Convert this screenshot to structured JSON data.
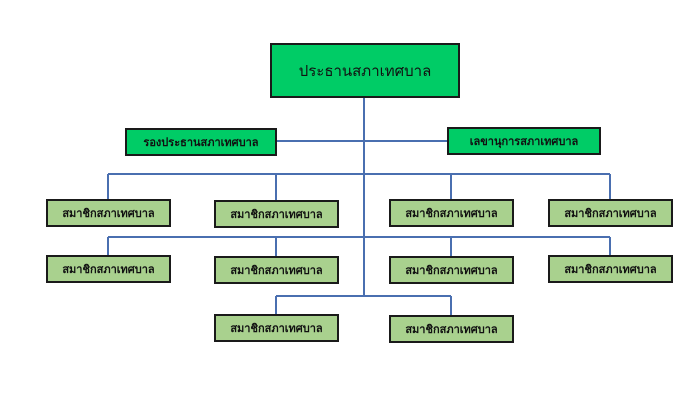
{
  "colors": {
    "leadership_fill": "#00cc66",
    "member_fill": "#a9d18e",
    "connector": "#4a6fb0",
    "border": "#1a1a1a"
  },
  "org": {
    "chairman": "ประธานสภาเทศบาล",
    "vice_chairman": "รองประธานสภาเทศบาล",
    "secretary": "เลขานุการสภาเทศบาล",
    "members": [
      "สมาชิกสภาเทศบาล",
      "สมาชิกสภาเทศบาล",
      "สมาชิกสภาเทศบาล",
      "สมาชิกสภาเทศบาล",
      "สมาชิกสภาเทศบาล",
      "สมาชิกสภาเทศบาล",
      "สมาชิกสภาเทศบาล",
      "สมาชิกสภาเทศบาล",
      "สมาชิกสภาเทศบาล",
      "สมาชิกสภาเทศบาล"
    ]
  }
}
